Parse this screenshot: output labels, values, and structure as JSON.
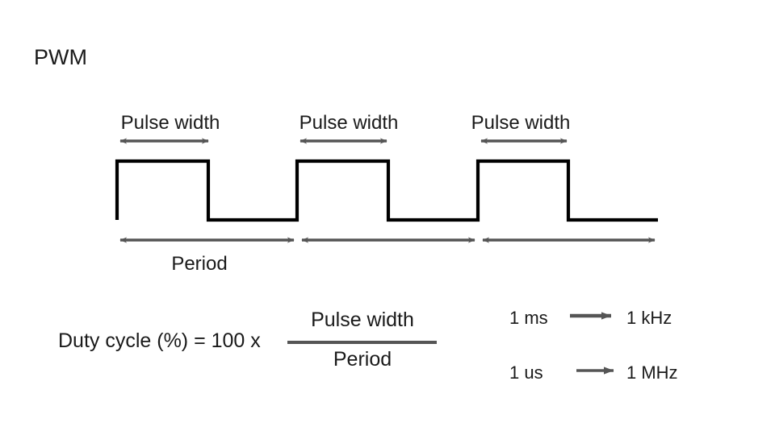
{
  "page": {
    "title": "PWM",
    "background_color": "#ffffff",
    "text_color": "#1a1a1a",
    "waveform_color": "#000000",
    "arrow_color": "#555555"
  },
  "waveform": {
    "pulse_labels": [
      {
        "text": "Pulse width"
      },
      {
        "text": "Pulse width"
      },
      {
        "text": "Pulse width"
      }
    ],
    "period_label": "Period"
  },
  "formula": {
    "lhs": "Duty cycle (%) = 100 x",
    "numerator": "Pulse width",
    "denominator": "Period"
  },
  "conversions": [
    {
      "from": "1 ms",
      "arrow": "right-arrow-icon",
      "to": "1 kHz"
    },
    {
      "from": "1 us",
      "arrow": "right-arrow-icon",
      "to": "1 MHz"
    }
  ],
  "chart_data": {
    "type": "line",
    "title": "PWM",
    "xlabel": "",
    "ylabel": "",
    "description": "Idealized PWM square wave showing three pulses with equal pulse width and period",
    "grid": false,
    "legend": "none",
    "xlim": [
      0,
      960
    ],
    "ylim": [
      0,
      1
    ],
    "series": [
      {
        "name": "pwm-signal",
        "points": [
          {
            "x": 145,
            "y": 0
          },
          {
            "x": 145,
            "y": 1
          },
          {
            "x": 258,
            "y": 1
          },
          {
            "x": 258,
            "y": 0
          },
          {
            "x": 368,
            "y": 0
          },
          {
            "x": 368,
            "y": 1
          },
          {
            "x": 481,
            "y": 1
          },
          {
            "x": 481,
            "y": 0
          },
          {
            "x": 592,
            "y": 0
          },
          {
            "x": 592,
            "y": 1
          },
          {
            "x": 704,
            "y": 1
          },
          {
            "x": 704,
            "y": 0
          },
          {
            "x": 815,
            "y": 0
          }
        ]
      }
    ],
    "annotations": {
      "pulse_width_spans": [
        {
          "label": "Pulse width",
          "x_start": 145,
          "x_end": 262
        },
        {
          "label": "Pulse width",
          "x_start": 368,
          "x_end": 483
        },
        {
          "label": "Pulse width",
          "x_start": 592,
          "x_end": 706
        }
      ],
      "period_spans": [
        {
          "label": "Period",
          "x_start": 145,
          "x_end": 368
        },
        {
          "label": "",
          "x_start": 370,
          "x_end": 592
        },
        {
          "label": "",
          "x_start": 594,
          "x_end": 815
        }
      ]
    }
  }
}
